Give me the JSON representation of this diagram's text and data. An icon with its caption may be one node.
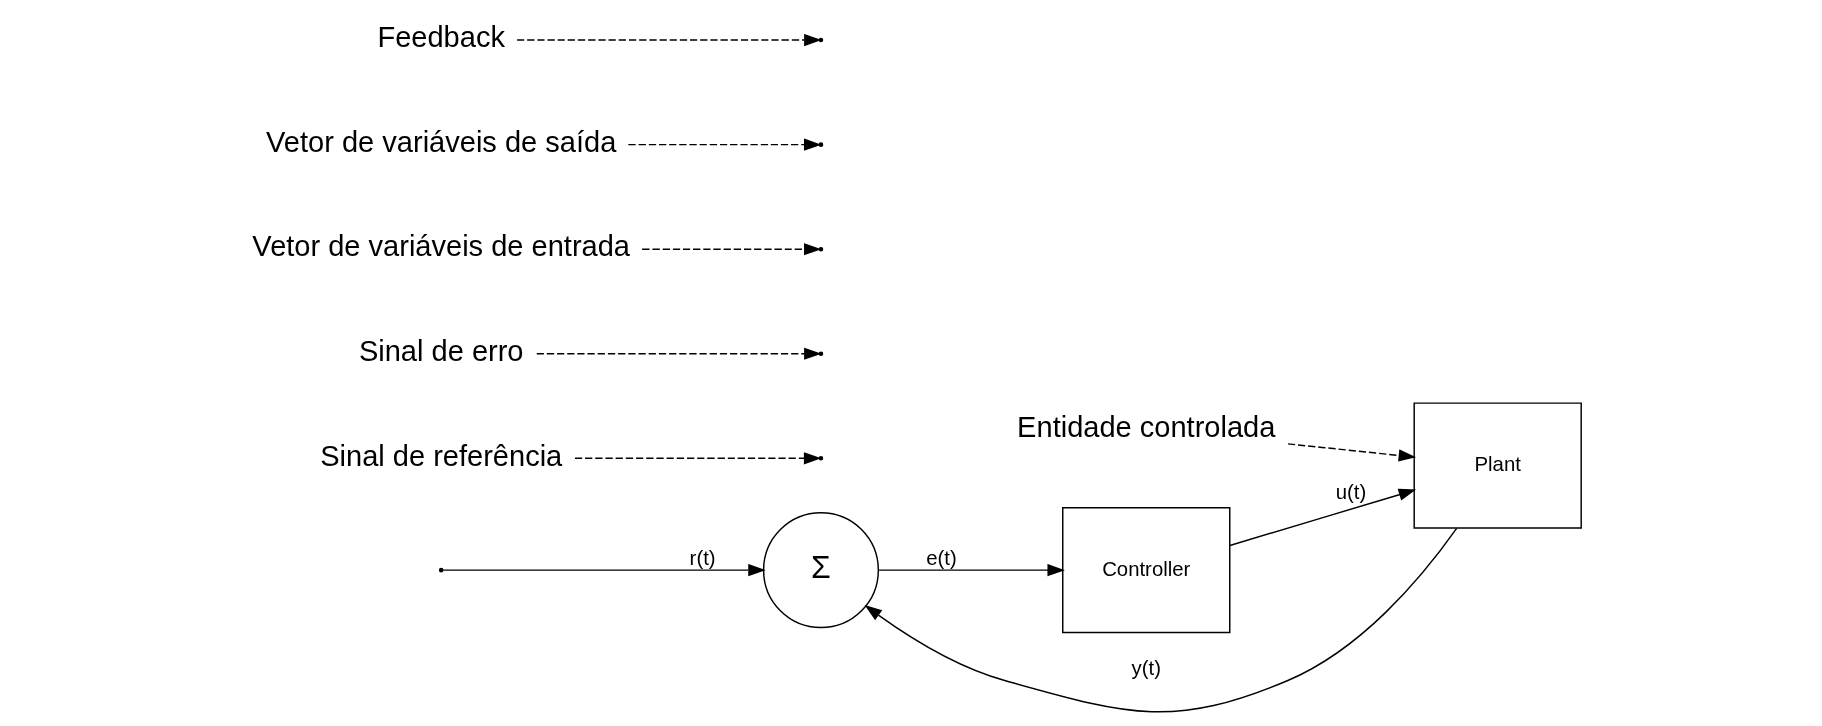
{
  "diagram": {
    "nodes": [
      {
        "text": [
          "Σ"
        ]
      },
      {
        "text": [
          "Controller"
        ]
      },
      {
        "text": [
          "Plant"
        ]
      },
      {
        "text": [
          "Sinal de referência"
        ]
      },
      {
        "text": [
          "Sinal de erro"
        ]
      },
      {
        "text": [
          "Vetor de variáveis de entrada"
        ]
      },
      {
        "text": [
          "Entidade controlada"
        ]
      },
      {
        "text": [
          "Vetor de variáveis de saída"
        ]
      },
      {
        "text": [
          "Feedback"
        ]
      }
    ],
    "edges": [
      {
        "from": null,
        "to": 0,
        "arrow": "to",
        "label": "r(t)"
      },
      {
        "from": 0,
        "to": 1,
        "arrow": "to",
        "label": "e(t)"
      },
      {
        "from": 1,
        "to": 2,
        "arrow": "to",
        "label": "u(t)"
      },
      {
        "from": 2,
        "to": 0,
        "arrow": "to",
        "label": "y(t)"
      },
      {
        "from": 3,
        "to": null,
        "arrow": "to",
        "style": "dashed"
      },
      {
        "from": 4,
        "to": null,
        "arrow": "to",
        "style": "dashed"
      },
      {
        "from": 5,
        "to": null,
        "arrow": "to",
        "style": "dashed"
      },
      {
        "from": 6,
        "to": 2,
        "arrow": "to",
        "style": "dashed"
      },
      {
        "from": 7,
        "to": null,
        "arrow": "to",
        "style": "dashed"
      },
      {
        "from": 8,
        "to": null,
        "arrow": "to",
        "style": "dashed"
      }
    ]
  }
}
